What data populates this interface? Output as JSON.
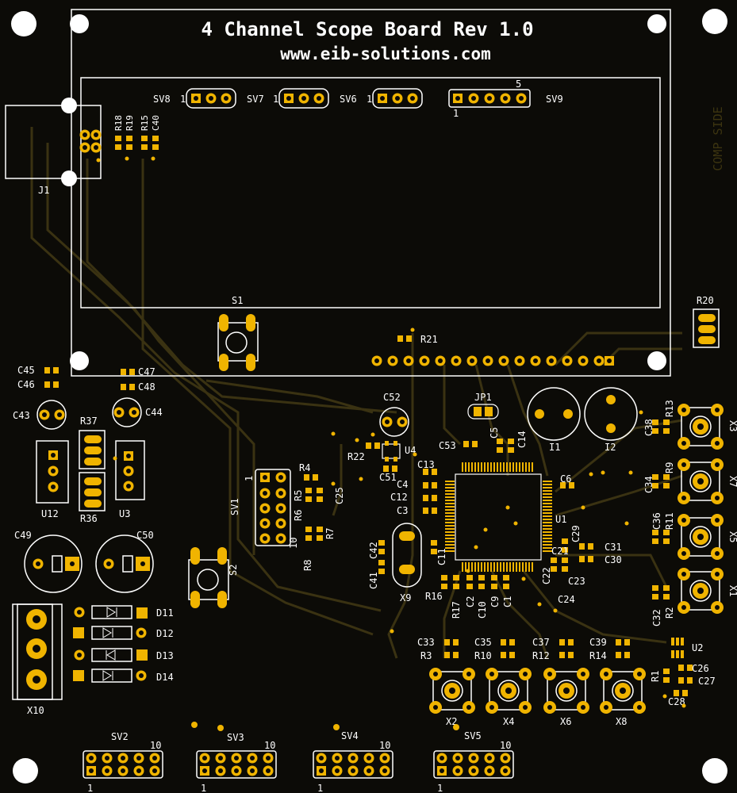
{
  "board": {
    "title": "4 Channel Scope Board Rev 1.0",
    "url": "www.eib-solutions.com",
    "comp_side": "COMP SIDE"
  },
  "colors": {
    "background": "#0c0b07",
    "copper": "#f0b400",
    "trace": "#3a3212",
    "silkscreen": "#ffffff"
  },
  "connectors": {
    "sv8": {
      "name": "SV8",
      "pin1": "1"
    },
    "sv7": {
      "name": "SV7",
      "pin1": "1"
    },
    "sv6": {
      "name": "SV6",
      "pin1": "1"
    },
    "sv9": {
      "name": "SV9",
      "pin1": "1",
      "pin5": "5"
    },
    "sv1": {
      "name": "SV1",
      "pin1": "1",
      "pin10": "10"
    },
    "sv2": {
      "name": "SV2",
      "pin1": "1",
      "pin10": "10"
    },
    "sv3": {
      "name": "SV3",
      "pin1": "1",
      "pin10": "10"
    },
    "sv4": {
      "name": "SV4",
      "pin1": "1",
      "pin10": "10"
    },
    "sv5": {
      "name": "SV5",
      "pin1": "1",
      "pin10": "10"
    },
    "j1": "J1",
    "x10": "X10",
    "jp1": "JP1"
  },
  "labels": {
    "R18": "R18",
    "R19": "R19",
    "R15": "R15",
    "C40": "C40",
    "S1": "S1",
    "S2": "S2",
    "R20": "R20",
    "R21": "R21",
    "C45": "C45",
    "C46": "C46",
    "C47": "C47",
    "C48": "C48",
    "C43": "C43",
    "C44": "C44",
    "R37": "R37",
    "R36": "R36",
    "U12": "U12",
    "U3": "U3",
    "C49": "C49",
    "C50": "C50",
    "D11": "D11",
    "D12": "D12",
    "D13": "D13",
    "D14": "D14",
    "C52": "C52",
    "U4": "U4",
    "R22": "R22",
    "C51": "C51",
    "R4": "R4",
    "R5": "R5",
    "R6": "R6",
    "R7": "R7",
    "R8": "R8",
    "C25": "C25",
    "C53": "C53",
    "C5": "C5",
    "C14": "C14",
    "I1": "I1",
    "I2": "I2",
    "C13": "C13",
    "C4": "C4",
    "C12": "C12",
    "C3": "C3",
    "C11": "C11",
    "C42": "C42",
    "C41": "C41",
    "X9": "X9",
    "C6": "C6",
    "U1": "U1",
    "C29": "C29",
    "C21": "C21",
    "C22": "C22",
    "C23": "C23",
    "C24": "C24",
    "C31": "C31",
    "C30": "C30",
    "R16": "R16",
    "R17": "R17",
    "C2": "C2",
    "C10": "C10",
    "C9": "C9",
    "C1": "C1",
    "R13": "R13",
    "C38": "C38",
    "X3": "X3",
    "R9": "R9",
    "C34": "C34",
    "X7": "X7",
    "R11": "R11",
    "C36": "C36",
    "X5": "X5",
    "R2": "R2",
    "C32": "C32",
    "X1": "X1",
    "U2": "U2",
    "R1": "R1",
    "C26": "C26",
    "C27": "C27",
    "C28": "C28",
    "C33": "C33",
    "R3": "R3",
    "C35": "C35",
    "R10": "R10",
    "C37": "C37",
    "R12": "R12",
    "C39": "C39",
    "R14": "R14",
    "X2": "X2",
    "X4": "X4",
    "X6": "X6",
    "X8": "X8"
  }
}
